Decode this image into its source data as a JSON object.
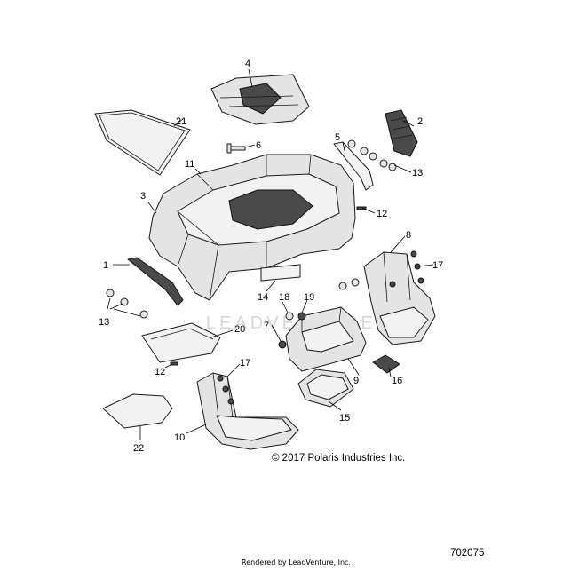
{
  "callouts": {
    "c1": "1",
    "c2": "2",
    "c3": "3",
    "c4": "4",
    "c5": "5",
    "c6": "6",
    "c7": "7",
    "c8": "8",
    "c9": "9",
    "c10": "10",
    "c11": "11",
    "c12": "12",
    "c12b": "12",
    "c13": "13",
    "c13b": "13",
    "c14": "14",
    "c15": "15",
    "c16": "16",
    "c17": "17",
    "c17b": "17",
    "c18": "18",
    "c19": "19",
    "c20": "20",
    "c21": "21",
    "c22": "22"
  },
  "watermark": "LEADVENTURE",
  "copyright": "© 2017 Polaris Industries Inc.",
  "diagram_id": "702075",
  "rendered_by": "Rendered by LeadVenture, Inc."
}
